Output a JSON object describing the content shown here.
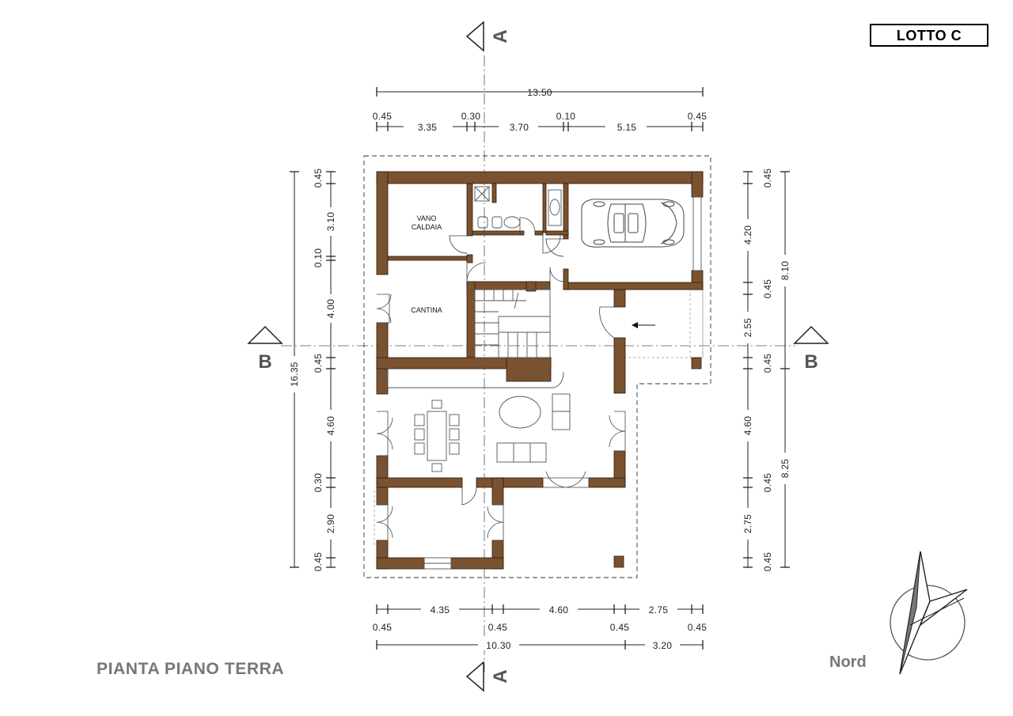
{
  "sheet": {
    "lotto_label": "LOTTO C",
    "title": "PIANTA PIANO TERRA",
    "north_label": "Nord"
  },
  "sections": {
    "a_label": "A",
    "b_label": "B"
  },
  "rooms": {
    "boiler_line1": "VANO",
    "boiler_line2": "CALDAIA",
    "cellar": "CANTINA"
  },
  "dimensions": {
    "top_total": "13.50",
    "top_segments": [
      "0.45",
      "3.35",
      "0.30",
      "3.70",
      "0.10",
      "5.15",
      "0.45"
    ],
    "bottom_segments": [
      "4.35",
      "4.60",
      "2.75"
    ],
    "bottom_walls": [
      "0.45",
      "0.45",
      "0.45",
      "0.45"
    ],
    "bottom_totals": [
      "10.30",
      "3.20"
    ],
    "left_total": "16.35",
    "left_segments": [
      "0.45",
      "3.10",
      "0.10",
      "4.00",
      "0.45",
      "4.60",
      "0.30",
      "2.90",
      "0.45"
    ],
    "right_segments": [
      "0.45",
      "4.20",
      "0.45",
      "2.55",
      "0.45",
      "4.60",
      "0.45",
      "2.75",
      "0.45"
    ],
    "right_totals": [
      "8.10",
      "8.25"
    ]
  },
  "colors": {
    "wall": "#7a5230",
    "section_marker": "#555555",
    "title": "#777777"
  }
}
